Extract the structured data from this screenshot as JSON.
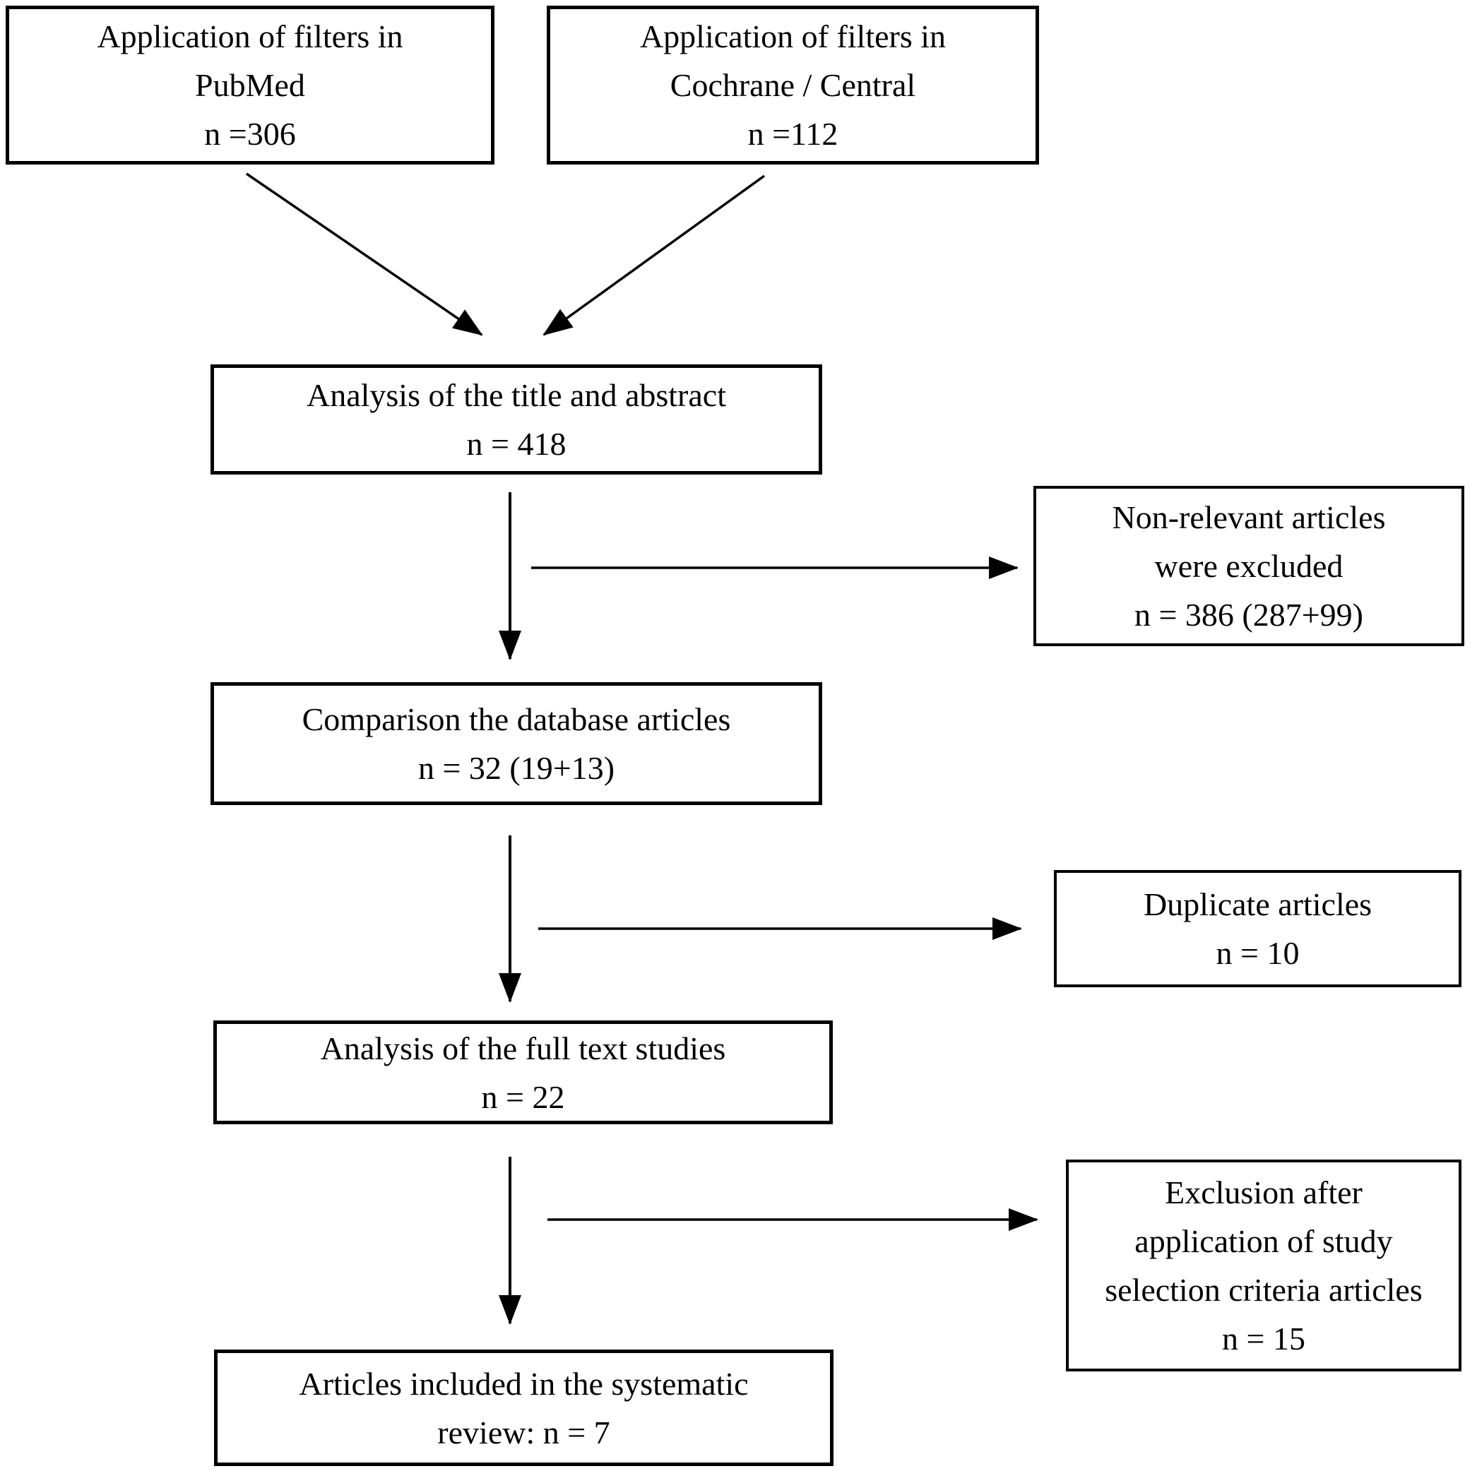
{
  "diagram": {
    "type": "flowchart",
    "colors": {
      "line": "#000000",
      "box_border": "#000000",
      "background": "#ffffff",
      "text": "#000000"
    },
    "boxes": {
      "pubmed": {
        "text": "Application of filters in\nPubMed\nn =306"
      },
      "cochrane": {
        "text": "Application of filters in\nCochrane / Central\nn =112"
      },
      "title_abstract": {
        "text": "Analysis of the title and abstract\nn = 418"
      },
      "nonrelevant": {
        "text": "Non-relevant articles\nwere excluded\nn = 386 (287+99)"
      },
      "comparison": {
        "text": "Comparison the database articles\nn = 32 (19+13)"
      },
      "duplicates": {
        "text": "Duplicate articles\nn = 10"
      },
      "fulltext": {
        "text": "Analysis of the full text studies\nn = 22"
      },
      "exclusion": {
        "text": "Exclusion after\napplication of study\nselection criteria articles\nn = 15"
      },
      "included": {
        "text": "Articles included in the systematic\nreview: n = 7"
      }
    }
  }
}
